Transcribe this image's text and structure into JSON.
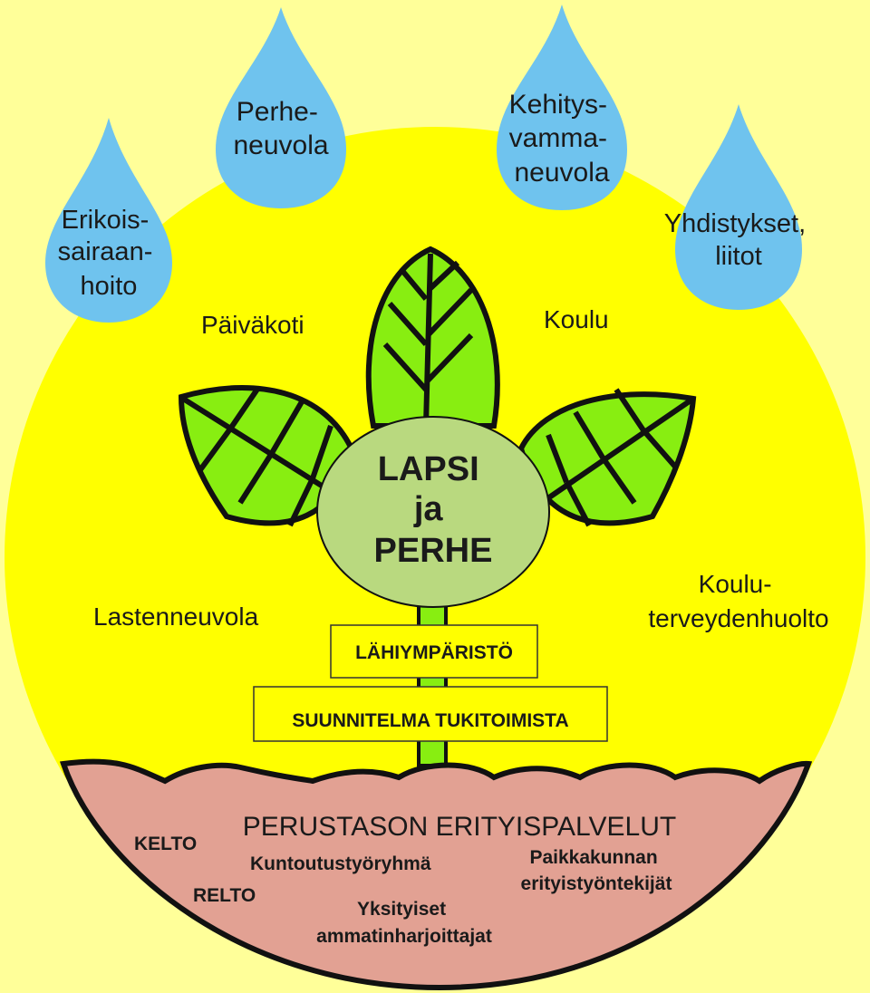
{
  "colors": {
    "background": "#ffff99",
    "sun": "#ffff00",
    "drop": "#6fc3ee",
    "leaf": "#88ee11",
    "center": "#b9d97f",
    "soil": "#e2a193",
    "outline": "#111111"
  },
  "drops": {
    "erikois": [
      "Erikois-",
      "sairaan-",
      "hoito"
    ],
    "perhe": [
      "Perhe-",
      "neuvola"
    ],
    "kehitys": [
      "Kehitys-",
      "vamma-",
      "neuvola"
    ],
    "yhdistykset": [
      "Yhdistykset,",
      "liitot"
    ]
  },
  "labels": {
    "paivakoti": "Päiväkoti",
    "koulu": "Koulu",
    "lastenneuvola": "Lastenneuvola",
    "kouluterveydenhuolto": [
      "Koulu-",
      "terveydenhuolto"
    ]
  },
  "center": [
    "LAPSI",
    "ja",
    "PERHE"
  ],
  "boxes": {
    "lahiymparisto": "LÄHIYMPÄRISTÖ",
    "suunnitelma": "SUUNNITELMA TUKITOIMISTA"
  },
  "soil": {
    "title": "PERUSTASON ERITYISPALVELUT",
    "kelto": "KELTO",
    "relto": "RELTO",
    "kuntoutus": "Kuntoutustyöryhmä",
    "paikkakunnan": [
      "Paikkakunnan",
      "erityistyöntekijät"
    ],
    "yksityiset": [
      "Yksityiset",
      "ammatinharjoittajat"
    ]
  }
}
